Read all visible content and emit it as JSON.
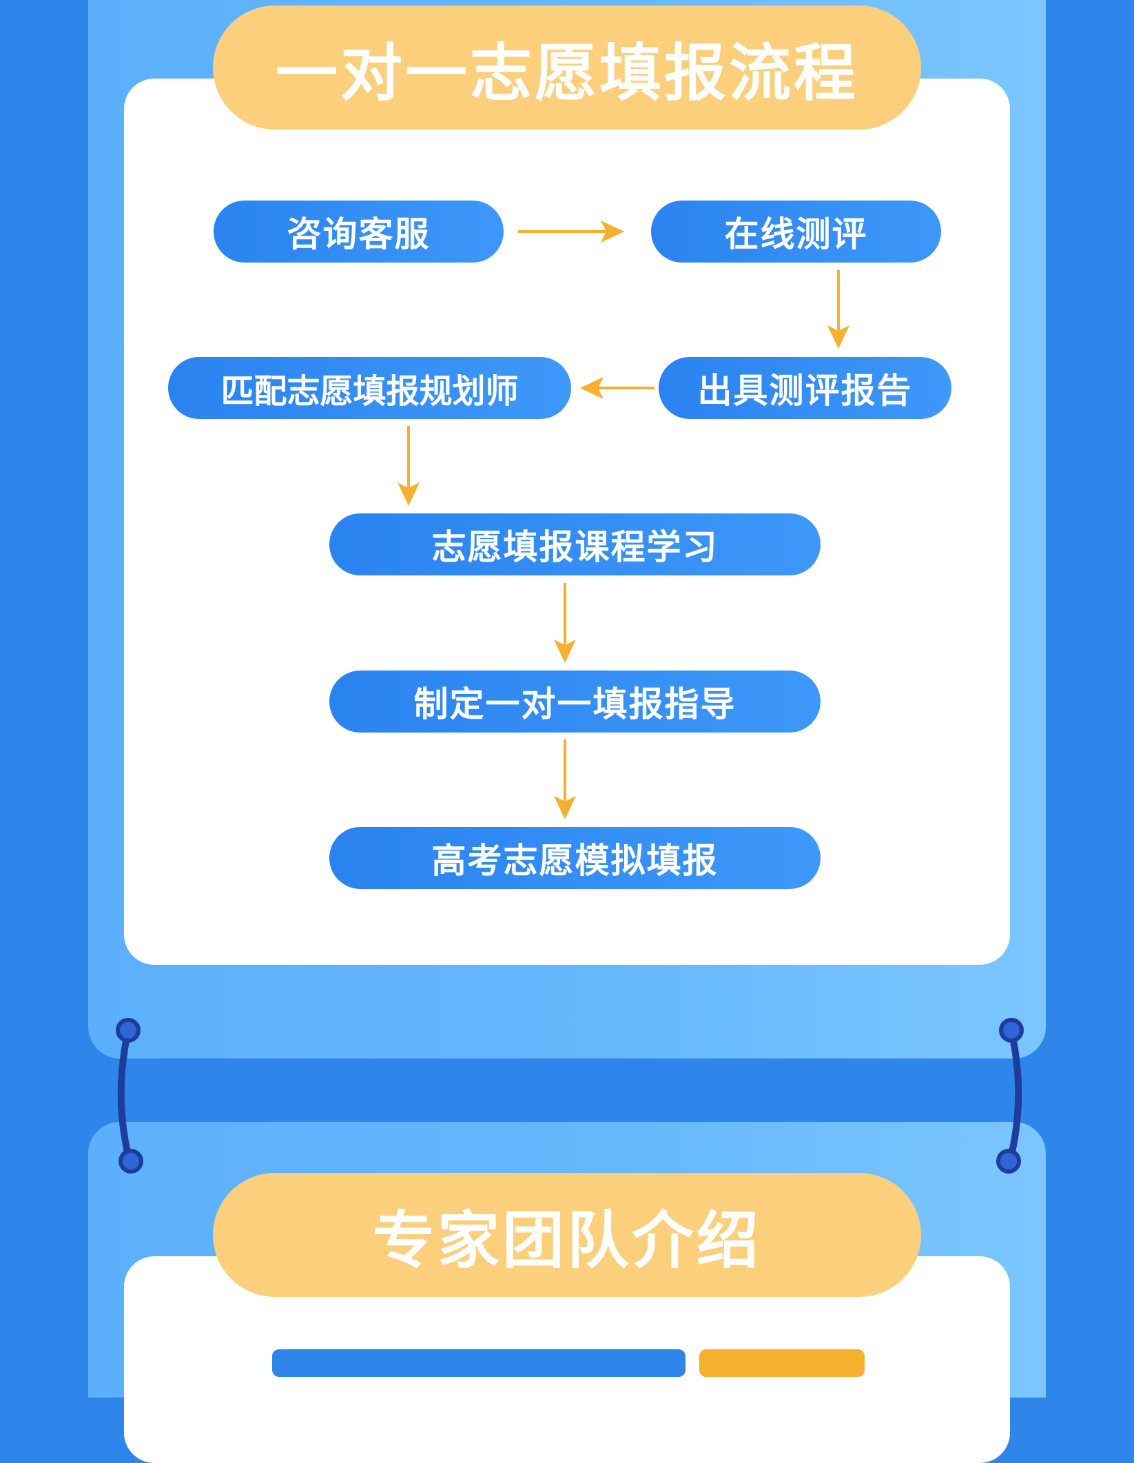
{
  "section1": {
    "title": "一对一志愿填报流程",
    "steps": [
      "咨询客服",
      "在线测评",
      "出具测评报告",
      "匹配志愿填报规划师",
      "志愿填报课程学习",
      "制定一对一填报指导",
      "高考志愿模拟填报"
    ]
  },
  "section2": {
    "title": "专家团队介绍"
  },
  "colors": {
    "background": "#2e86ea",
    "panel": "#66b8fc",
    "title_pill": "#fccf7c",
    "step_pill": "#2e8af3",
    "arrow": "#f5b02e",
    "clip": "#1e3c9c"
  }
}
